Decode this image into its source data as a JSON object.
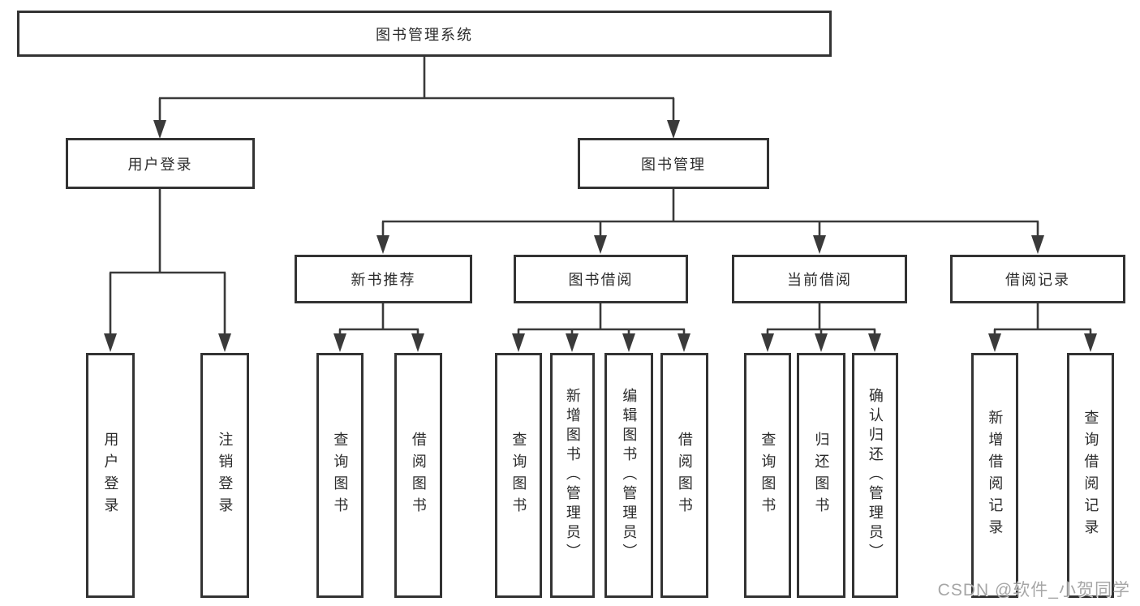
{
  "diagram": {
    "tree": {
      "label": "图书管理系统",
      "children": [
        {
          "label": "用户登录",
          "children": [
            {
              "label": "用户登录"
            },
            {
              "label": "注销登录"
            }
          ]
        },
        {
          "label": "图书管理",
          "children": [
            {
              "label": "新书推荐",
              "children": [
                {
                  "label": "查询图书"
                },
                {
                  "label": "借阅图书"
                }
              ]
            },
            {
              "label": "图书借阅",
              "children": [
                {
                  "label": "查询图书"
                },
                {
                  "label": "新增图书（管理员）"
                },
                {
                  "label": "编辑图书（管理员）"
                },
                {
                  "label": "借阅图书"
                }
              ]
            },
            {
              "label": "当前借阅",
              "children": [
                {
                  "label": "查询图书"
                },
                {
                  "label": "归还图书"
                },
                {
                  "label": "确认归还（管理员）"
                }
              ]
            },
            {
              "label": "借阅记录",
              "children": [
                {
                  "label": "新增借阅记录"
                },
                {
                  "label": "查询借阅记录"
                }
              ]
            }
          ]
        }
      ]
    },
    "colors": {
      "line": "#3a3a3a",
      "border": "#333333",
      "text": "#2b2b2b",
      "background": "#ffffff",
      "watermark": "#969696"
    }
  },
  "watermark": {
    "text": "CSDN @软件_小贺同学"
  }
}
